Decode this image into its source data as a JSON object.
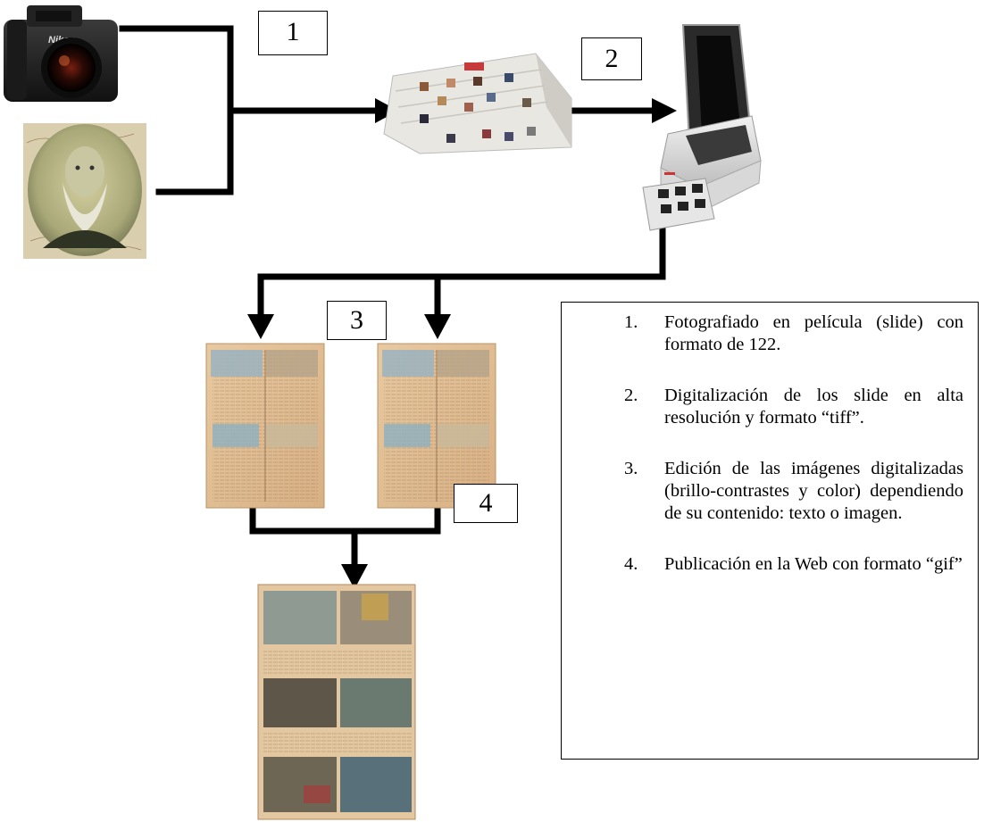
{
  "steps": {
    "s1": "1",
    "s2": "2",
    "s3": "3",
    "s4": "4"
  },
  "legend": {
    "items": [
      {
        "number": "1.",
        "text": "Fotografiado en película (slide) con formato de 122."
      },
      {
        "number": "2.",
        "text": "Digitalización de los slide en alta resolución y formato “tiff”."
      },
      {
        "number": "3.",
        "text": "Edición de las imágenes digitalizadas (brillo-contrastes y color) dependiendo de su contenido: texto o imagen."
      },
      {
        "number": "4.",
        "text": "Publicación en la Web con formato “gif”"
      }
    ]
  },
  "images": {
    "camera_brand": "Nikon",
    "icons": [
      "camera-icon",
      "portrait-photo",
      "slide-tray",
      "film-scanner",
      "manuscript-page",
      "final-page"
    ]
  }
}
